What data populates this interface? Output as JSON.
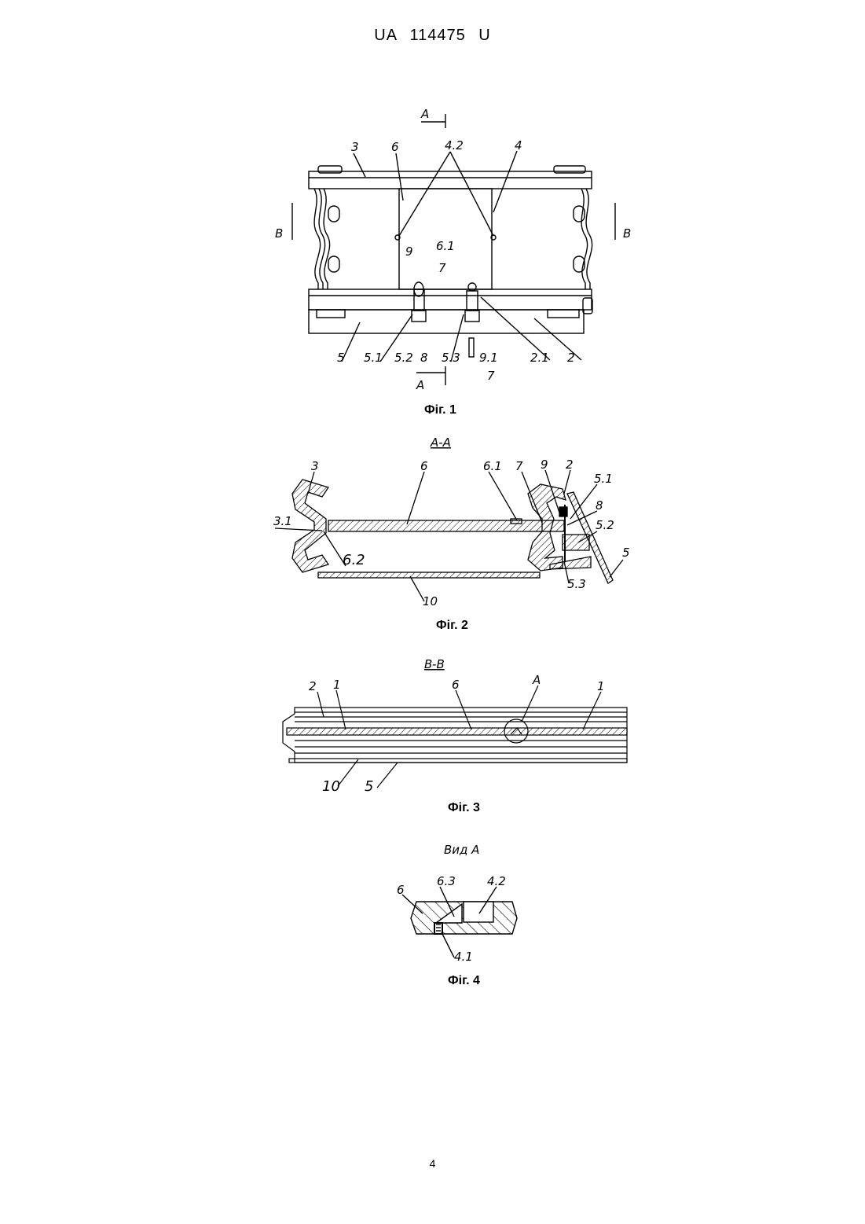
{
  "header": {
    "doc_number": "UA 114475 U"
  },
  "page_number": "4",
  "fig1": {
    "caption": "Фіг. 1",
    "labels": {
      "a_top": "A",
      "a_bottom": "A",
      "b_left": "B",
      "b_right": "B",
      "l3": "3",
      "l6": "6",
      "l42": "4.2",
      "l4": "4",
      "l9": "9",
      "l61": "6.1",
      "l7": "7",
      "l5": "5",
      "l51": "5.1",
      "l52": "5.2",
      "l8": "8",
      "l53": "5.3",
      "l91": "9.1",
      "l21": "2.1",
      "l2": "2",
      "l7b": "7"
    }
  },
  "fig2": {
    "caption": "Фіг. 2",
    "title": "A-A",
    "labels": {
      "l3": "3",
      "l6": "6",
      "l61": "6.1",
      "l7": "7",
      "l9": "9",
      "l2": "2",
      "l51": "5.1",
      "l31": "3.1",
      "l8": "8",
      "l52": "5.2",
      "l62": "6.2",
      "l5": "5",
      "l53": "5.3",
      "l10": "10"
    }
  },
  "fig3": {
    "caption": "Фіг. 3",
    "title": "B-B",
    "labels": {
      "l2": "2",
      "l1": "1",
      "l6": "6",
      "lA": "A",
      "l1b": "1",
      "l10": "10",
      "l5": "5"
    }
  },
  "fig4": {
    "caption": "Фіг. 4",
    "title": "Вид A",
    "labels": {
      "l6": "6",
      "l63": "6.3",
      "l42": "4.2",
      "l41": "4.1"
    }
  }
}
